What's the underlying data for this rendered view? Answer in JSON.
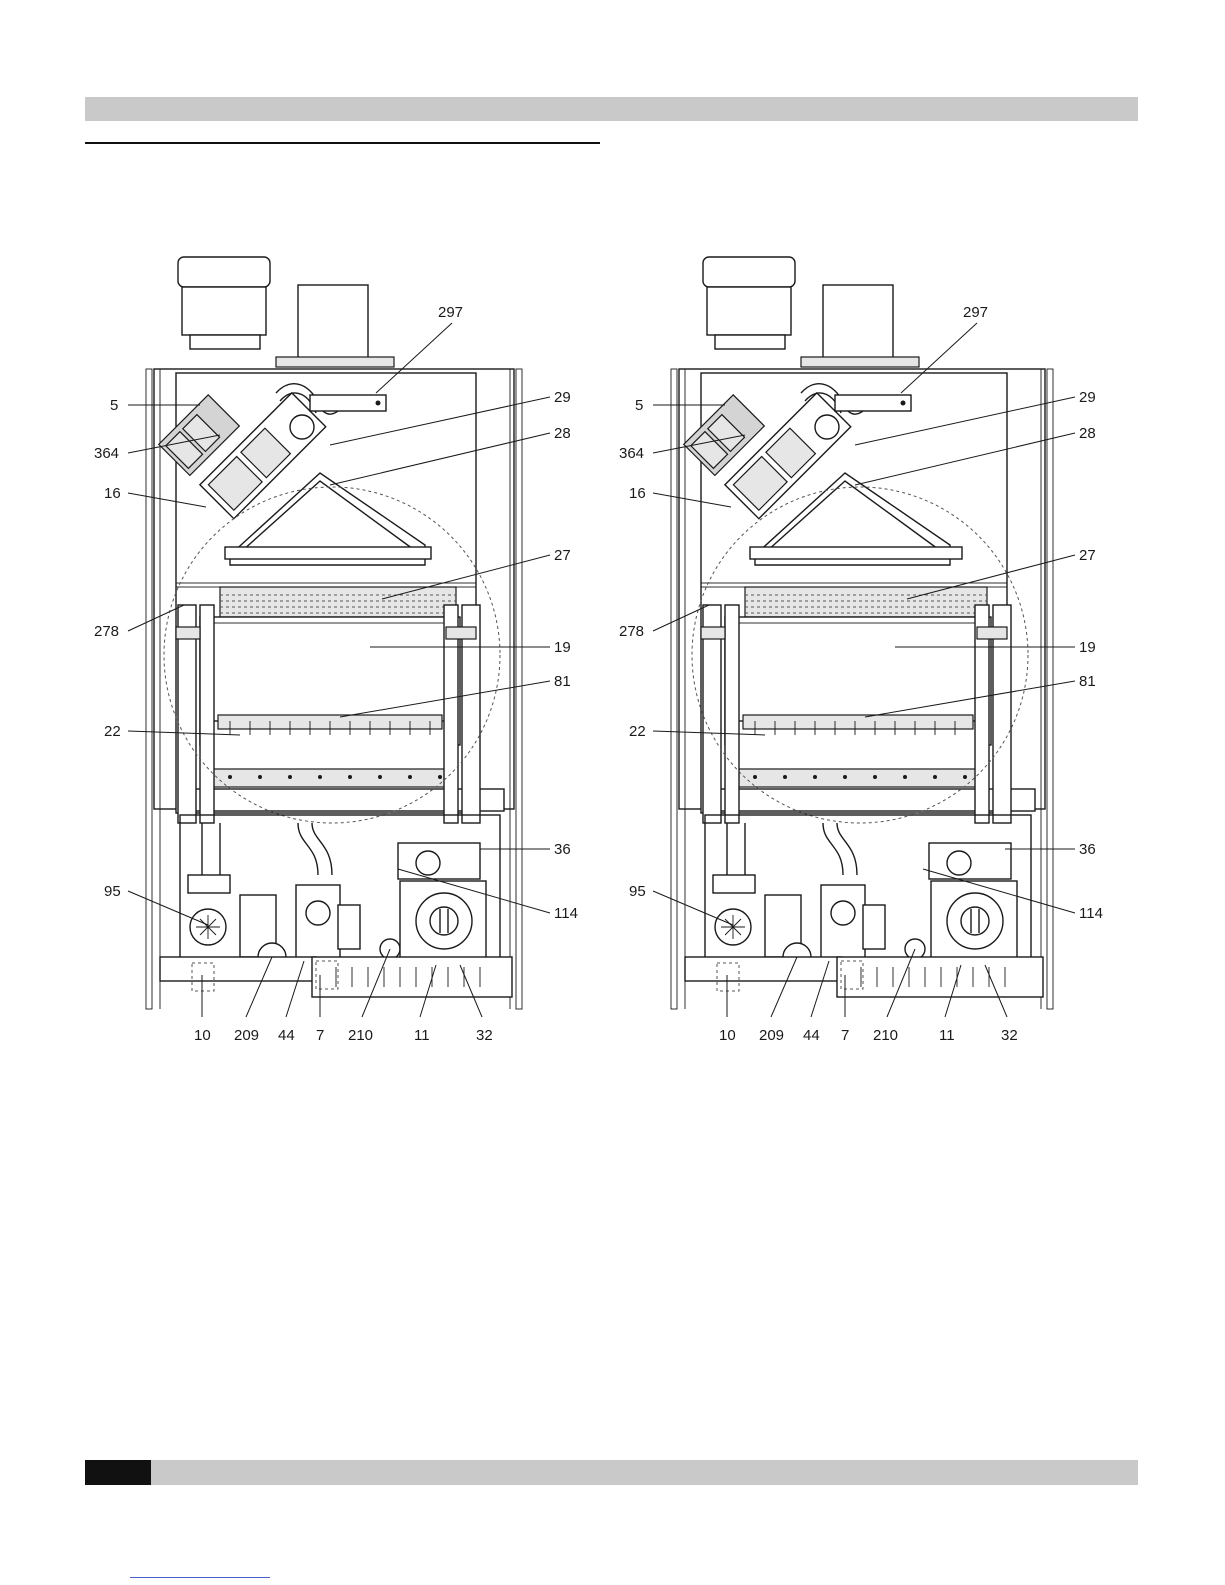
{
  "diagrams": [
    {
      "labels": {
        "l5": "5",
        "l364": "364",
        "l16": "16",
        "l278": "278",
        "l22": "22",
        "l95": "95",
        "l297": "297",
        "l29": "29",
        "l28": "28",
        "l27": "27",
        "l19": "19",
        "l81": "81",
        "l36": "36",
        "l114": "114",
        "b10": "10",
        "b209": "209",
        "b44": "44",
        "b7": "7",
        "b210": "210",
        "b11": "11",
        "b32": "32"
      }
    },
    {
      "labels": {
        "l5": "5",
        "l364": "364",
        "l16": "16",
        "l278": "278",
        "l22": "22",
        "l95": "95",
        "l297": "297",
        "l29": "29",
        "l28": "28",
        "l27": "27",
        "l19": "19",
        "l81": "81",
        "l36": "36",
        "l114": "114",
        "b10": "10",
        "b209": "209",
        "b44": "44",
        "b7": "7",
        "b210": "210",
        "b11": "11",
        "b32": "32"
      }
    }
  ]
}
